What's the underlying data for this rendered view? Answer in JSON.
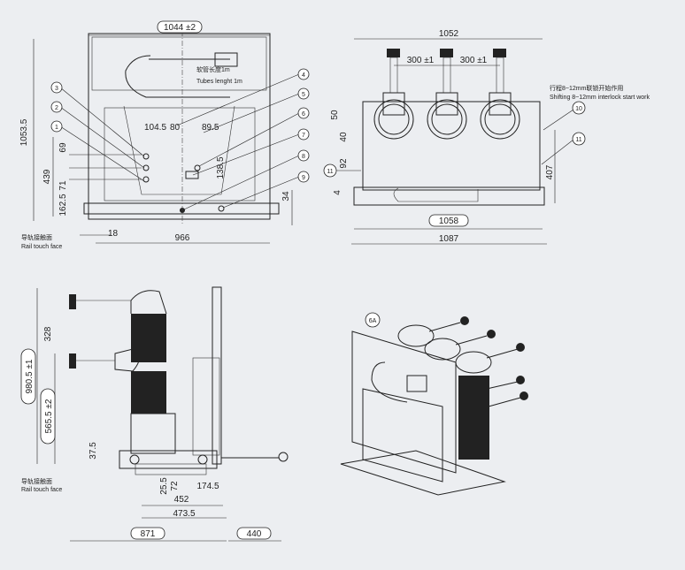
{
  "front_view": {
    "width_dim": "1044 ±2",
    "height_dim": "1053.5",
    "tube_note_cn": "软管长度1m",
    "tube_note_en": "Tubes lenght 1m",
    "dims": [
      "104.5",
      "80",
      "89.5",
      "69",
      "439",
      "162.5",
      "71",
      "138.5",
      "34",
      "18",
      "966"
    ],
    "balloons": [
      "1",
      "2",
      "3",
      "4",
      "5",
      "6",
      "7",
      "8",
      "9"
    ],
    "rail_note_cn": "导轨接触面",
    "rail_note_en": "Rail touch face"
  },
  "top_view": {
    "width_dim": "1052",
    "pitch_1": "300 ±1",
    "pitch_2": "300 ±1",
    "shift_note_cn": "行程8~12mm联锁开始作用",
    "shift_note_en": "Shifting 8~12mm interlock start work",
    "dims": [
      "50",
      "40",
      "92",
      "4",
      "407"
    ],
    "inner_dim": "1058",
    "outer_dim": "1087",
    "balloons": [
      "10",
      "11",
      "11"
    ]
  },
  "side_view": {
    "dims": [
      "328",
      "980.5 ±1",
      "565.5 ±2",
      "37.5",
      "25.5",
      "72",
      "174.5",
      "452",
      "473.5",
      "871",
      "440"
    ],
    "rail_note_cn": "导轨接触面",
    "rail_note_en": "Rail touch face"
  },
  "iso_view": {
    "label": "6A"
  }
}
